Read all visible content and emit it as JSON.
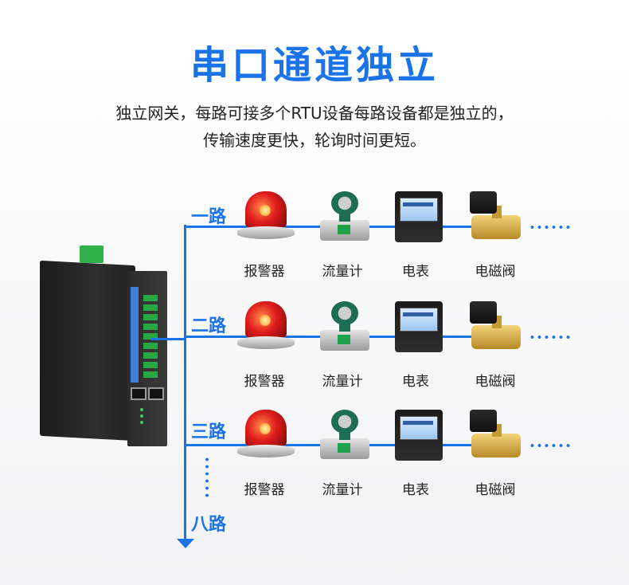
{
  "header": {
    "title": "串口通道独立",
    "line1": "独立网关，每路可接多个RTU设备每路设备都是独立的，",
    "line2": "传输速度更快，轮询时间更短。"
  },
  "colors": {
    "accent": "#1a73e8",
    "text": "#222222"
  },
  "routes": [
    {
      "label": "一路",
      "devices": [
        "报警器",
        "流量计",
        "电表",
        "电磁阀"
      ],
      "more": true
    },
    {
      "label": "二路",
      "devices": [
        "报警器",
        "流量计",
        "电表",
        "电磁阀"
      ],
      "more": true
    },
    {
      "label": "三路",
      "devices": [
        "报警器",
        "流量计",
        "电表",
        "电磁阀"
      ],
      "more": true
    }
  ],
  "last_route_label": "八路",
  "icons": {
    "device_1": "alarm-light-icon",
    "device_2": "flow-meter-icon",
    "device_3": "electric-meter-icon",
    "device_4": "solenoid-valve-icon",
    "gateway": "gateway-device-icon"
  }
}
